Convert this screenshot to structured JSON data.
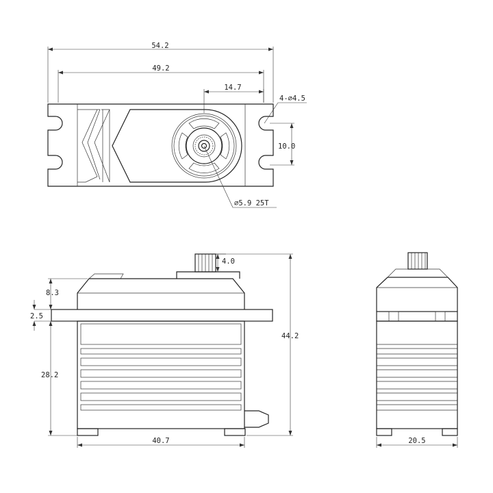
{
  "drawing": {
    "stroke_color": "#222222",
    "background": "#ffffff"
  },
  "top_view": {
    "dim_overall_width": "54.2",
    "dim_hole_spacing": "49.2",
    "dim_output_offset": "14.7",
    "dim_mount_holes": "4-∅4.5",
    "dim_hole_pitch": "10.0",
    "dim_spline": "∅5.9 25T"
  },
  "side_view": {
    "dim_top_height": "8.3",
    "dim_flange_thickness": "2.5",
    "dim_body_height": "28.2",
    "dim_total_height": "44.2",
    "dim_shaft_height": "4.0",
    "dim_body_length": "40.7"
  },
  "end_view": {
    "dim_width": "20.5"
  }
}
